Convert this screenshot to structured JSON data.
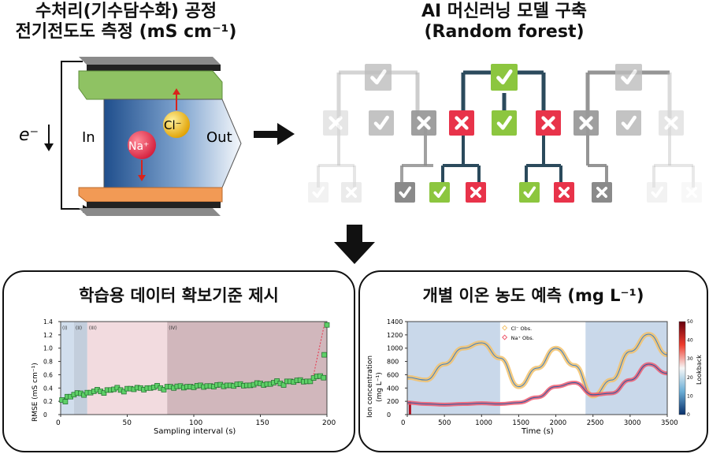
{
  "header": {
    "left_title_line1": "수처리(기수담수화) 공정",
    "left_title_line2": "전기전도도 측정 (mS cm⁻¹)",
    "right_title_line1": "AI 머신러닝 모델 구축",
    "right_title_line2": "(Random forest)"
  },
  "cell": {
    "electron_label": "e⁻",
    "in_label": "In",
    "out_label": "Out",
    "cl_label": "Cl⁻",
    "na_label": "Na⁺"
  },
  "colors": {
    "green": "#8cc63f",
    "red": "#e8334a",
    "gray_dark": "#7a7a7a",
    "gray_mid": "#9e9e9e",
    "gray_light": "#c8c8c8",
    "tree_dark": "#2b4a5c",
    "plot_blue": "#c9d8ea",
    "plot_pink": "#f0d5d9",
    "plot_mauve": "#c9aab0",
    "cl_line": "#f3c26b",
    "na_line": "#ee5a6e"
  },
  "panel_left": {
    "title": "학습용 데이터 확보기준 제시",
    "ylabel": "RMSE (mS cm⁻¹)",
    "xlabel": "Sampling interval (s)",
    "region_labels": [
      "(I)",
      "(II)",
      "(III)",
      "(IV)"
    ],
    "xticks": [
      "0",
      "50",
      "100",
      "150",
      "200"
    ],
    "yticks": [
      "0",
      "0.2",
      "0.4",
      "0.6",
      "0.8",
      "1.0",
      "1.2",
      "1.4"
    ]
  },
  "panel_right": {
    "title": "개별 이온 농도 예측 (mg L⁻¹)",
    "ylabel_line1": "Ion concentration",
    "ylabel_line2": "(mg L⁻¹)",
    "xlabel": "Time (s)",
    "legend_cl": "Cl⁻ Obs.",
    "legend_na": "Na⁺ Obs.",
    "colorbar_label": "Lookback",
    "xticks": [
      "0",
      "500",
      "1000",
      "1500",
      "2000",
      "2500",
      "3000",
      "3500"
    ],
    "yticks": [
      "0",
      "200",
      "400",
      "600",
      "800",
      "1000",
      "1200",
      "1400"
    ],
    "colorbar_ticks": [
      "0",
      "10",
      "20",
      "30",
      "40",
      "50"
    ]
  },
  "chart_data": [
    {
      "type": "scatter",
      "title": "",
      "xlabel": "Sampling interval (s)",
      "ylabel": "RMSE (mS cm⁻¹)",
      "xlim": [
        0,
        200
      ],
      "ylim": [
        0,
        1.4
      ],
      "regions": [
        {
          "label": "(I)",
          "x": [
            0,
            10
          ]
        },
        {
          "label": "(II)",
          "x": [
            10,
            20
          ]
        },
        {
          "label": "(III)",
          "x": [
            20,
            80
          ]
        },
        {
          "label": "(IV)",
          "x": [
            80,
            200
          ]
        }
      ],
      "series": [
        {
          "x": [
            1,
            5,
            10,
            15,
            20,
            25,
            30,
            35,
            40,
            45,
            50,
            55,
            60,
            65,
            70,
            75,
            80,
            85,
            90,
            95,
            100,
            105,
            110,
            115,
            120,
            125,
            130,
            135,
            140,
            145,
            150,
            155,
            160,
            165,
            170,
            175,
            180,
            185,
            190,
            195,
            198,
            200
          ],
          "y": [
            0.22,
            0.27,
            0.3,
            0.32,
            0.33,
            0.35,
            0.35,
            0.37,
            0.38,
            0.37,
            0.39,
            0.38,
            0.4,
            0.4,
            0.41,
            0.4,
            0.42,
            0.4,
            0.43,
            0.42,
            0.41,
            0.44,
            0.43,
            0.42,
            0.45,
            0.44,
            0.43,
            0.46,
            0.44,
            0.45,
            0.47,
            0.46,
            0.48,
            0.47,
            0.5,
            0.49,
            0.52,
            0.5,
            0.55,
            0.58,
            0.9,
            1.35
          ]
        }
      ]
    },
    {
      "type": "line",
      "title": "",
      "xlabel": "Time (s)",
      "ylabel": "Ion concentration (mg L⁻¹)",
      "xlim": [
        0,
        3500
      ],
      "ylim": [
        0,
        1400
      ],
      "series": [
        {
          "name": "Cl⁻ Obs.",
          "x": [
            0,
            250,
            500,
            750,
            1000,
            1250,
            1500,
            1750,
            2000,
            2250,
            2500,
            2750,
            3000,
            3250,
            3500
          ],
          "y": [
            560,
            520,
            760,
            1000,
            1080,
            850,
            420,
            700,
            1000,
            740,
            280,
            520,
            950,
            1210,
            900
          ]
        },
        {
          "name": "Na⁺ Obs.",
          "x": [
            0,
            250,
            500,
            750,
            1000,
            1250,
            1500,
            1750,
            2000,
            2250,
            2500,
            2750,
            3000,
            3250,
            3500
          ],
          "y": [
            180,
            160,
            150,
            160,
            170,
            160,
            180,
            260,
            420,
            480,
            300,
            320,
            520,
            760,
            620
          ]
        }
      ],
      "colorbar": {
        "label": "Lookback",
        "range": [
          0,
          50
        ]
      }
    }
  ]
}
